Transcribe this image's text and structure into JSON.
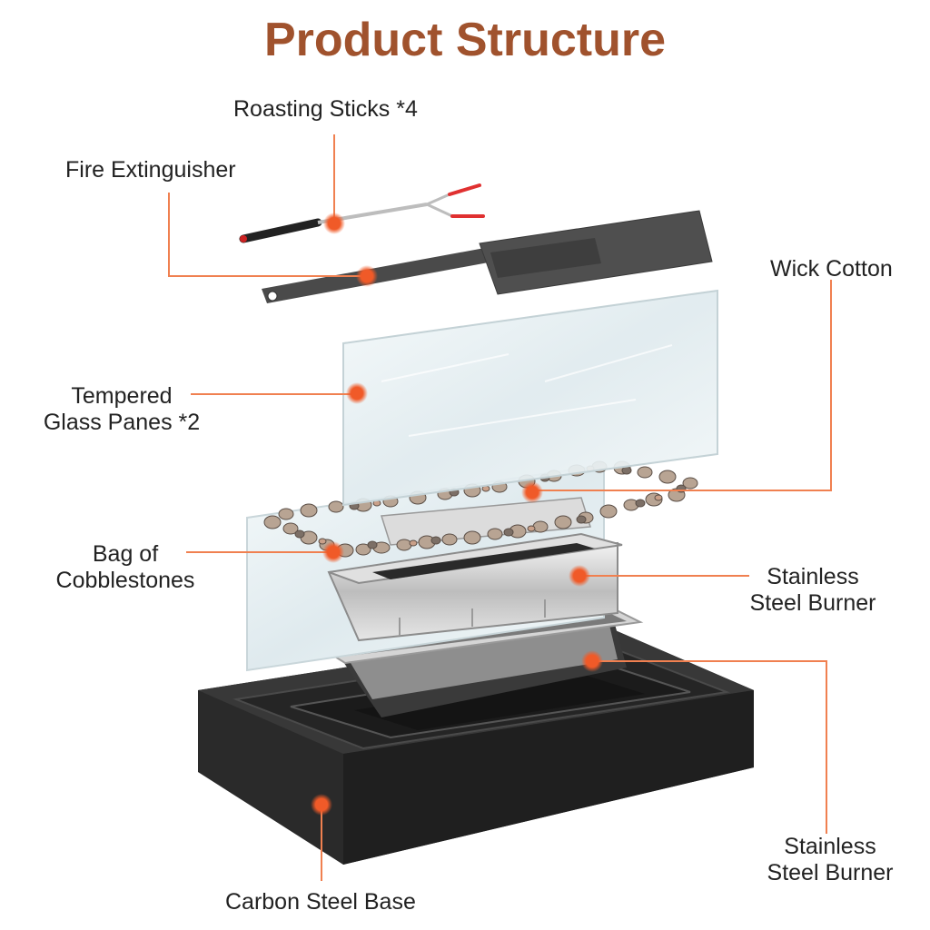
{
  "title": "Product Structure",
  "colors": {
    "title": "#a0522d",
    "callout": "#f05a28",
    "line": "#f08050",
    "base": "#2b2b2b",
    "steel": "#c8c8c8",
    "glass": "#e8f1f3"
  },
  "labels": {
    "roasting_sticks": "Roasting Sticks *4",
    "fire_extinguisher": "Fire Extinguisher",
    "wick_cotton": "Wick Cotton",
    "tempered_line1": "Tempered",
    "tempered_line2": "Glass Panes *2",
    "bag_line1": "Bag of",
    "bag_line2": "Cobblestones",
    "burner1_line1": "Stainless",
    "burner1_line2": "Steel Burner",
    "burner2_line1": "Stainless",
    "burner2_line2": "Steel Burner",
    "carbon_base": "Carbon Steel Base"
  }
}
